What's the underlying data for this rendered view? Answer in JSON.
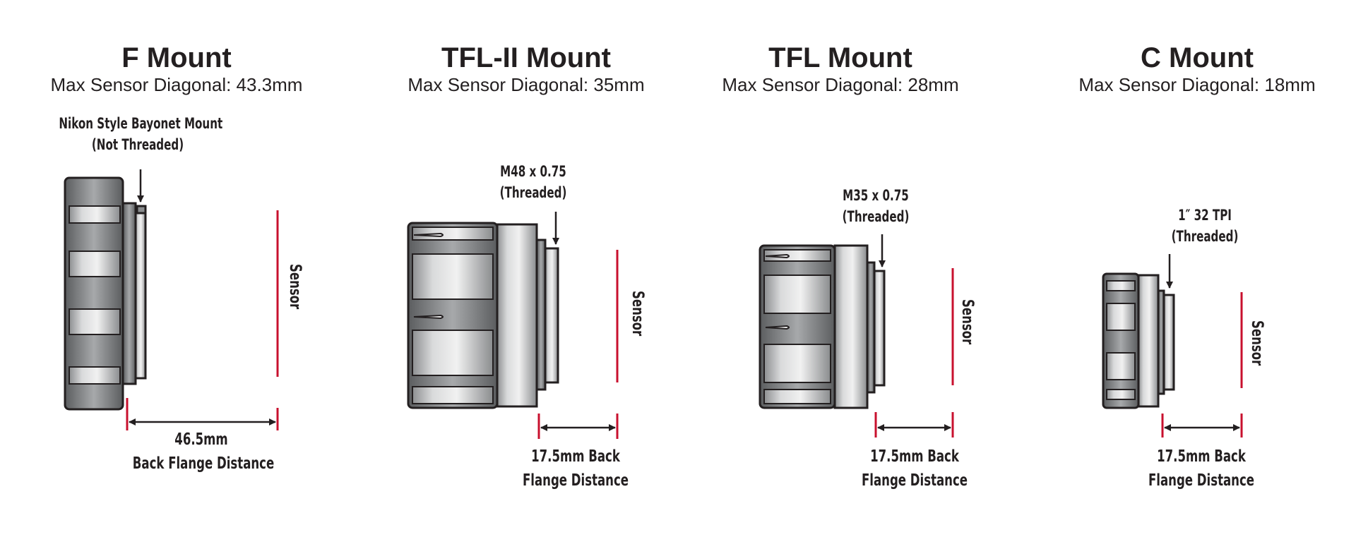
{
  "colors": {
    "sensor_line": "#c8102e",
    "ink": "#231f20"
  },
  "mounts": [
    {
      "title": "F Mount",
      "subtitle": "Max Sensor Diagonal: 43.3mm",
      "callout_lines": [
        "Nikon Style Bayonet Mount",
        "(Not Threaded)"
      ],
      "sensor_label": "Sensor",
      "bfd_lines": [
        "46.5mm",
        "Back Flange Distance"
      ]
    },
    {
      "title": "TFL-II Mount",
      "subtitle": "Max Sensor Diagonal: 35mm",
      "callout_lines": [
        "M48 x 0.75",
        "(Threaded)"
      ],
      "sensor_label": "Sensor",
      "bfd_lines": [
        "17.5mm Back",
        "Flange Distance"
      ]
    },
    {
      "title": "TFL Mount",
      "subtitle": "Max Sensor Diagonal: 28mm",
      "callout_lines": [
        "M35 x 0.75",
        "(Threaded)"
      ],
      "sensor_label": "Sensor",
      "bfd_lines": [
        "17.5mm Back",
        "Flange Distance"
      ]
    },
    {
      "title": "C Mount",
      "subtitle": "Max Sensor Diagonal: 18mm",
      "callout_lines": [
        "1″ 32 TPI",
        "(Threaded)"
      ],
      "sensor_label": "Sensor",
      "bfd_lines": [
        "17.5mm Back",
        "Flange Distance"
      ]
    }
  ]
}
